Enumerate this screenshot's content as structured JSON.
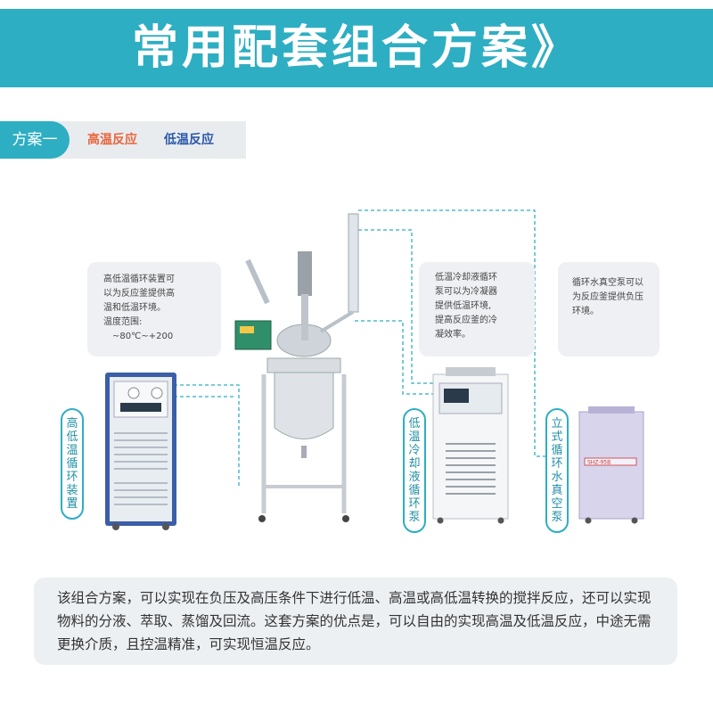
{
  "header": {
    "title": "常用配套组合方案》"
  },
  "plan": {
    "tab_label": "方案一",
    "hot_label": "高温反应",
    "cold_label": "低温反应"
  },
  "notes": {
    "circulator": {
      "lines": [
        "高低温循环装置可",
        "以为反应釜提供高",
        "温和低温环境。",
        "温度范围:",
        "~80℃~+200"
      ]
    },
    "chiller": {
      "lines": [
        "低温冷却液循环",
        "泵可以为冷凝器",
        "提供低温环境,",
        "提高反应釜的冷",
        "凝效率。"
      ]
    },
    "vacuum": {
      "lines": [
        "循环水真空泵可以",
        "为反应釜提供负压",
        "环境。"
      ]
    }
  },
  "labels": {
    "circulator": "高低温循环装置",
    "chiller": "低温冷却液循环泵",
    "vacuum": "立式循环水真空泵"
  },
  "equipment": {
    "vacuum_plate": "SHZ-95B"
  },
  "summary": {
    "text": "该组合方案，可以实现在负压及高压条件下进行低温、高温或高低温转换的搅拌反应，还可以实现物料的分液、萃取、蒸馏及回流。这套方案的优点是，可以自由的实现高温及低温反应，中途无需更换介质，且控温精准，可实现恒温反应。"
  },
  "colors": {
    "accent": "#2eaec2",
    "hot": "#e8663d",
    "cold": "#2a58a8"
  }
}
